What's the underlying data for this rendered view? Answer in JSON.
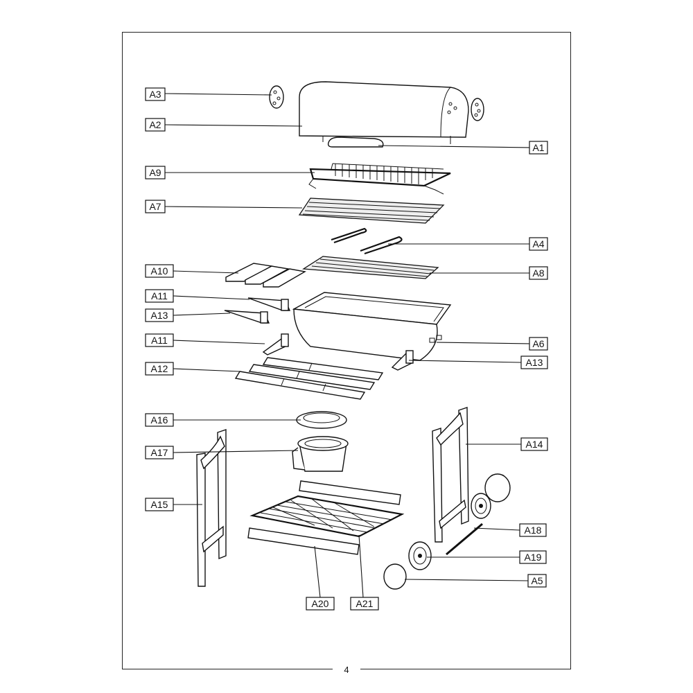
{
  "page": {
    "number": "4"
  },
  "labels": {
    "A1": "A1",
    "A2": "A2",
    "A3": "A3",
    "A4": "A4",
    "A5": "A5",
    "A6": "A6",
    "A7": "A7",
    "A8": "A8",
    "A9": "A9",
    "A10": "A10",
    "A11": "A11",
    "A12": "A12",
    "A13": "A13",
    "A14": "A14",
    "A15": "A15",
    "A16": "A16",
    "A17": "A17",
    "A18": "A18",
    "A19": "A19",
    "A20": "A20",
    "A21": "A21"
  }
}
